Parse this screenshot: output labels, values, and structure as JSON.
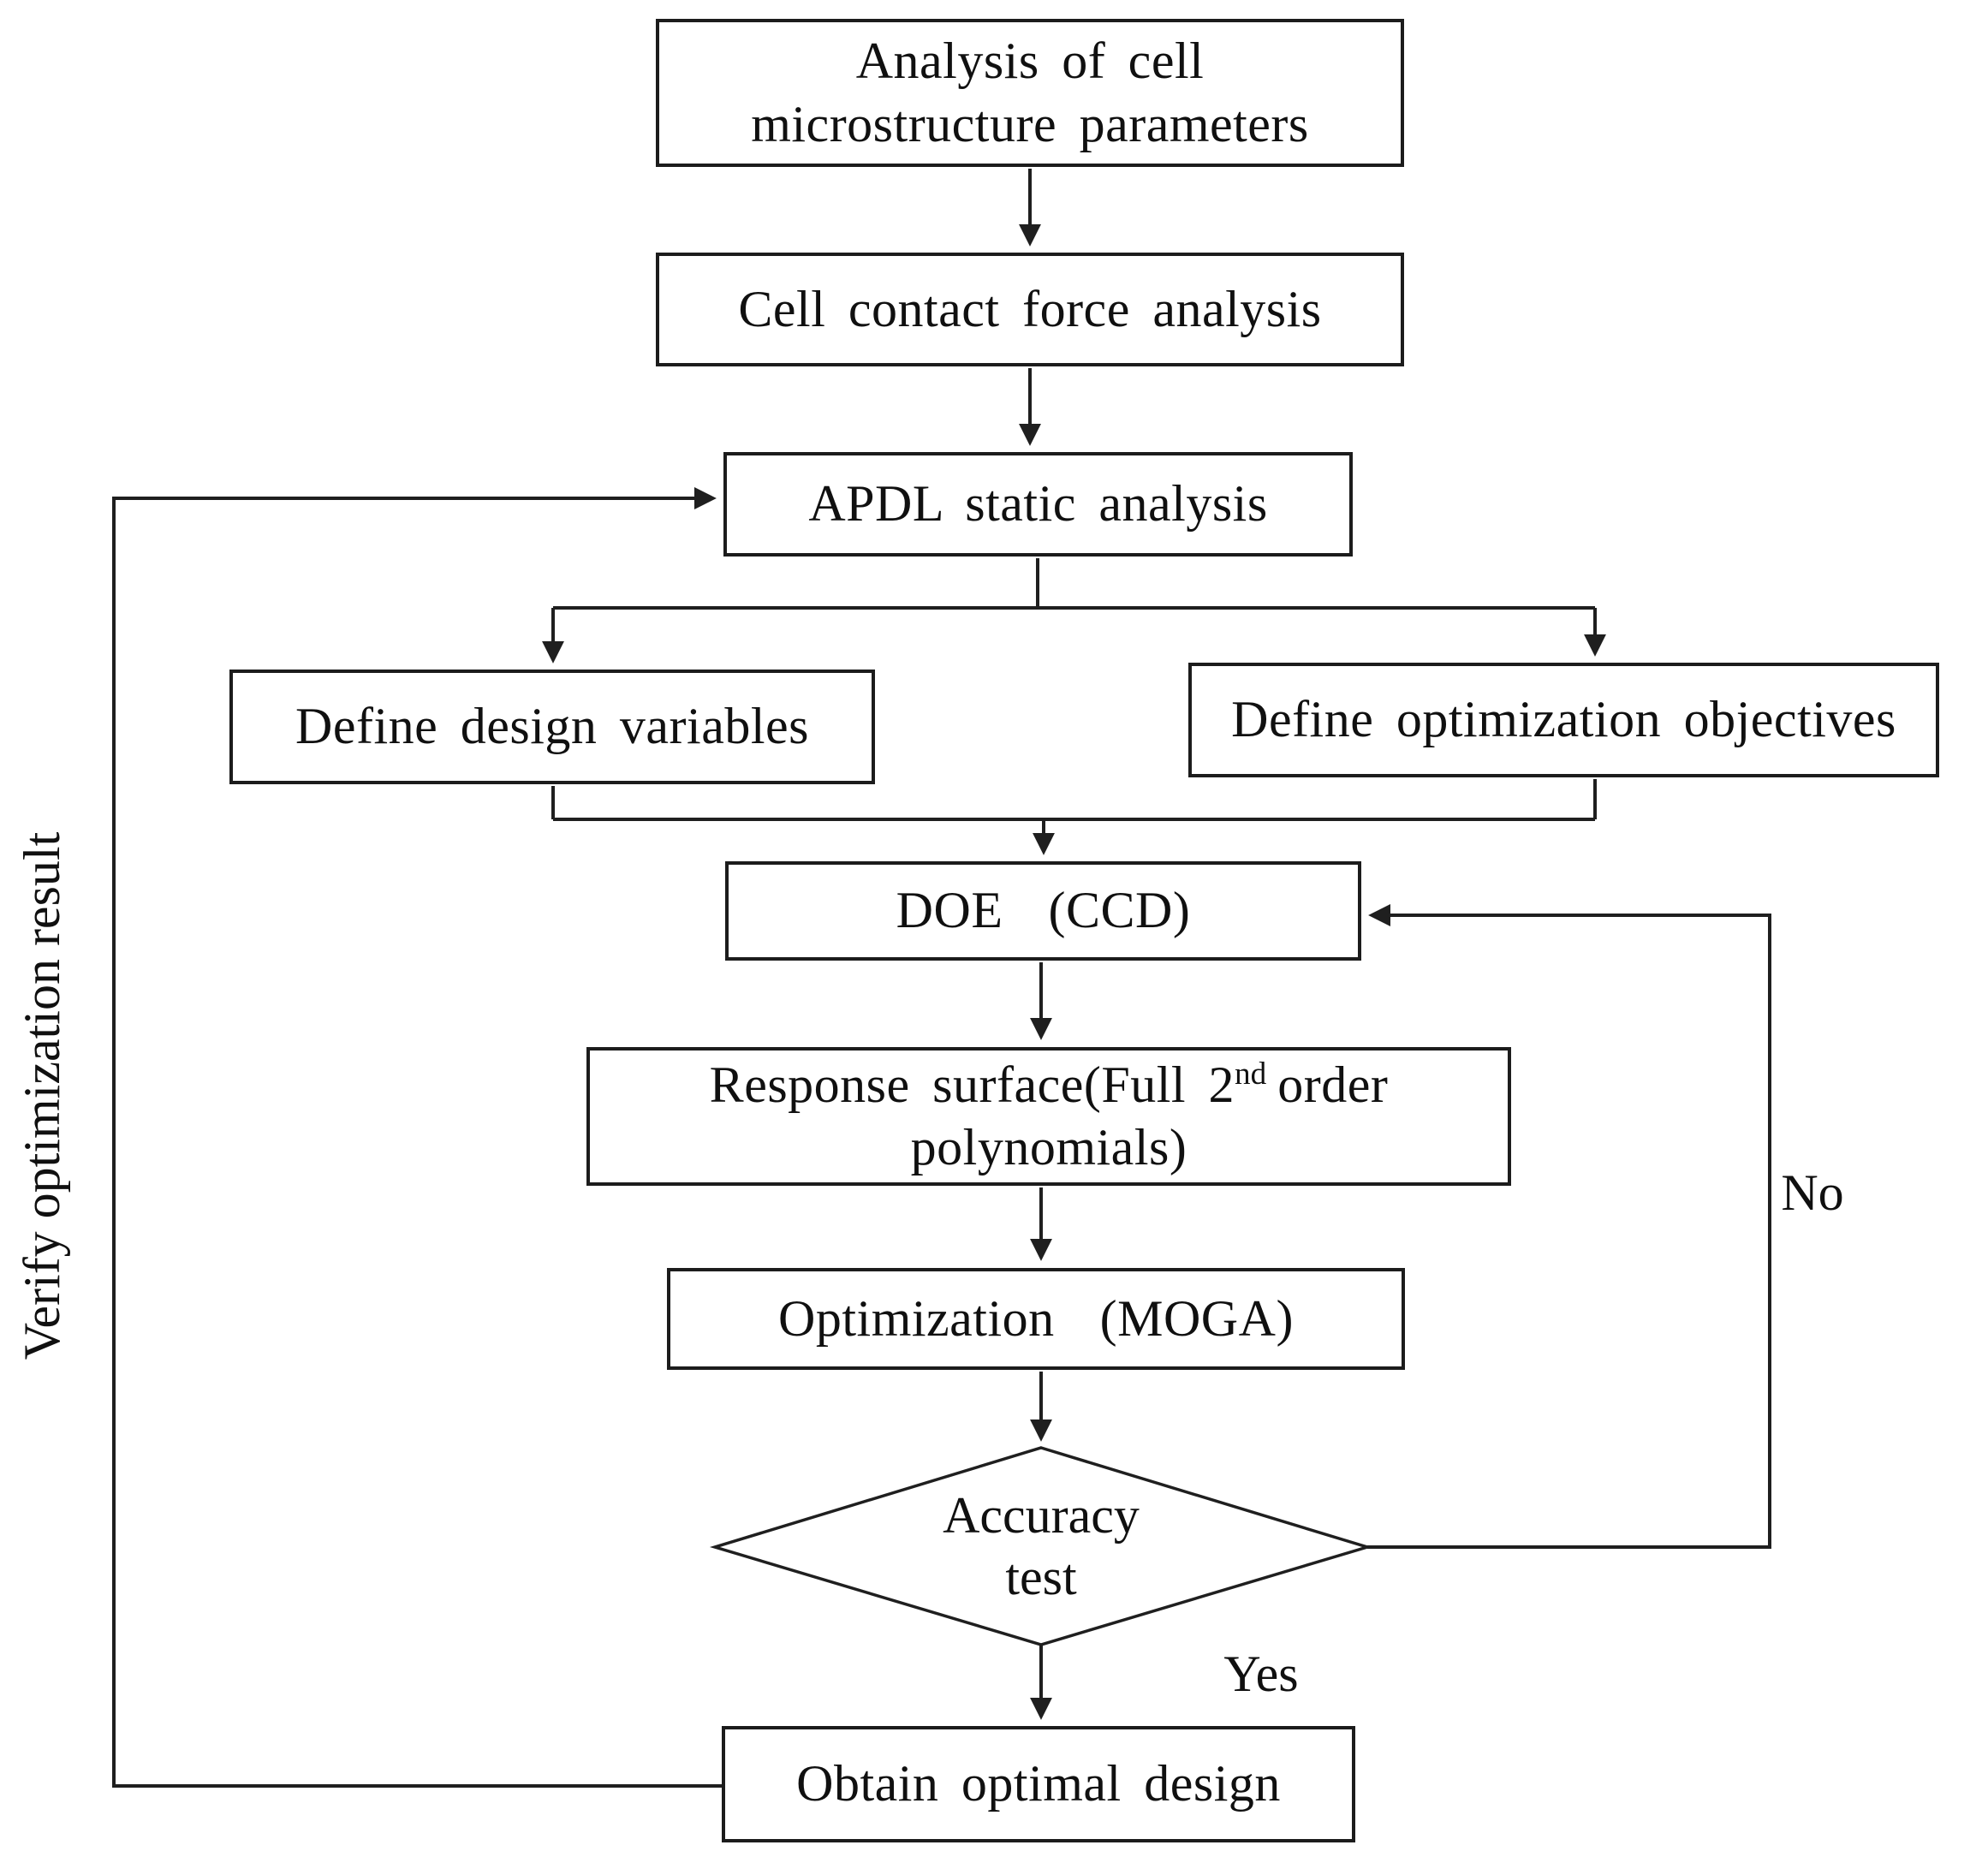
{
  "diagram": {
    "nodes": {
      "analysis": {
        "line1": "Analysis of cell",
        "line2": "microstructure parameters"
      },
      "contact_force": {
        "label": "Cell contact force analysis"
      },
      "apdl": {
        "label": "APDL static analysis"
      },
      "design_variables": {
        "label": "Define design variables"
      },
      "optimization_objectives": {
        "label": "Define optimization objectives"
      },
      "doe": {
        "label": "DOE  (CCD)"
      },
      "response_surface": {
        "line1_text": "Response surface(Full 2",
        "line1_sup": "nd",
        "line1_rest": "order",
        "line2": "polynomials)"
      },
      "optimization_moga": {
        "label": "Optimization  (MOGA)"
      },
      "accuracy_test": {
        "line1": "Accuracy",
        "line2": "test"
      },
      "obtain_optimal": {
        "label": "Obtain optimal design"
      }
    },
    "labels": {
      "yes": "Yes",
      "no": "No",
      "feedback": "Verify optimization result"
    },
    "colors": {
      "line": "#1f1f1f",
      "text": "#101010",
      "node_fill": "#ffffff",
      "background": "#ffffff"
    }
  }
}
